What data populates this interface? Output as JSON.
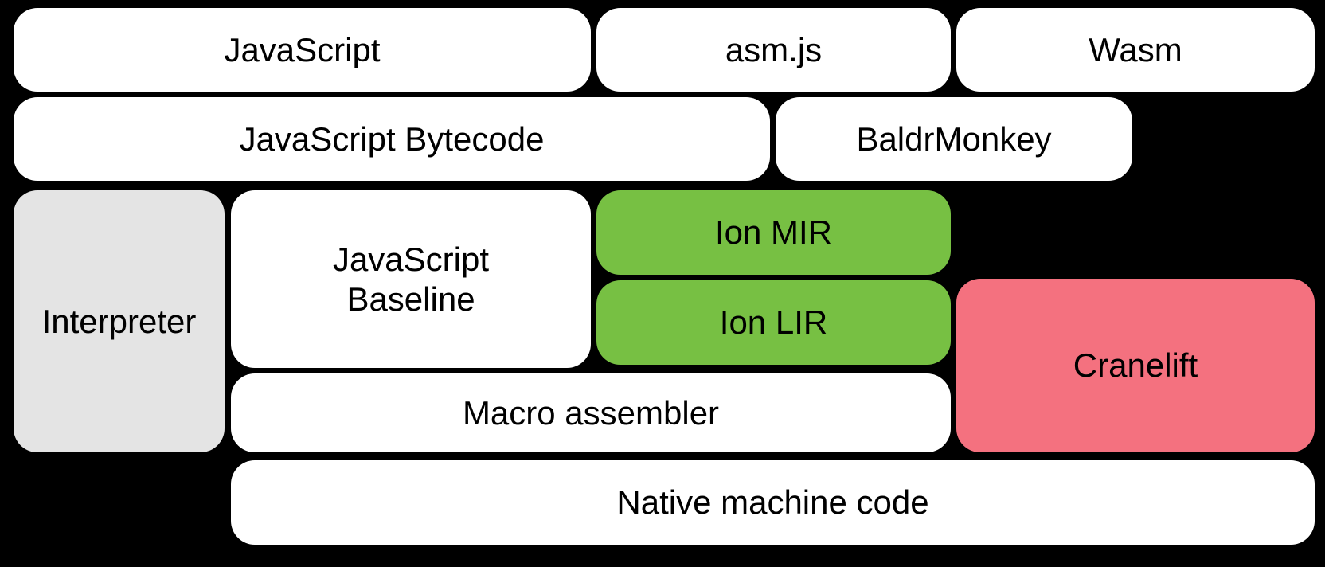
{
  "colors": {
    "background": "#000000",
    "box_white": "#ffffff",
    "box_gray": "#e4e4e4",
    "box_green": "#77c043",
    "box_pink": "#f4717f",
    "text": "#000000"
  },
  "nodes": {
    "javascript": {
      "label": "JavaScript"
    },
    "asmjs": {
      "label": "asm.js"
    },
    "wasm": {
      "label": "Wasm"
    },
    "bytecode": {
      "label": "JavaScript Bytecode"
    },
    "baldrmonkey": {
      "label": "BaldrMonkey"
    },
    "interpreter": {
      "label": "Interpreter"
    },
    "baseline": {
      "label": "JavaScript Baseline"
    },
    "ion_mir": {
      "label": "Ion MIR"
    },
    "ion_lir": {
      "label": "Ion LIR"
    },
    "cranelift": {
      "label": "Cranelift"
    },
    "macro_assembler": {
      "label": "Macro assembler"
    },
    "native": {
      "label": "Native machine code"
    }
  }
}
